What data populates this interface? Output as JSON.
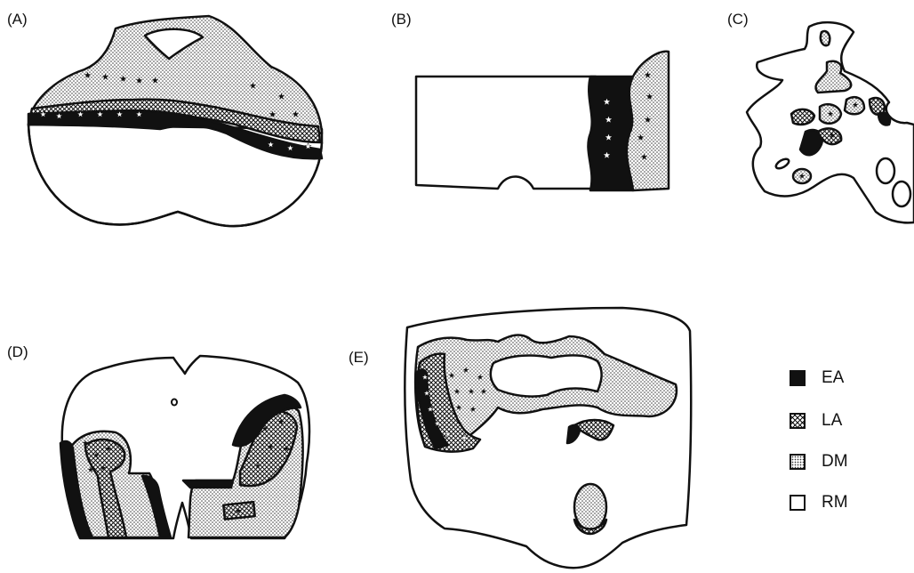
{
  "panels": [
    {
      "id": "A",
      "label": "(A)"
    },
    {
      "id": "B",
      "label": "(B)"
    },
    {
      "id": "C",
      "label": "(C)"
    },
    {
      "id": "D",
      "label": "(D)"
    },
    {
      "id": "E",
      "label": "(E)"
    }
  ],
  "legend": [
    {
      "key": "EA",
      "label": "EA",
      "fill": "solid-black"
    },
    {
      "key": "LA",
      "label": "LA",
      "fill": "crosshatch"
    },
    {
      "key": "DM",
      "label": "DM",
      "fill": "stipple"
    },
    {
      "key": "RM",
      "label": "RM",
      "fill": "white"
    }
  ],
  "colors": {
    "ink": "#111111",
    "paper": "#ffffff",
    "stipple": "#d8d8d8"
  }
}
